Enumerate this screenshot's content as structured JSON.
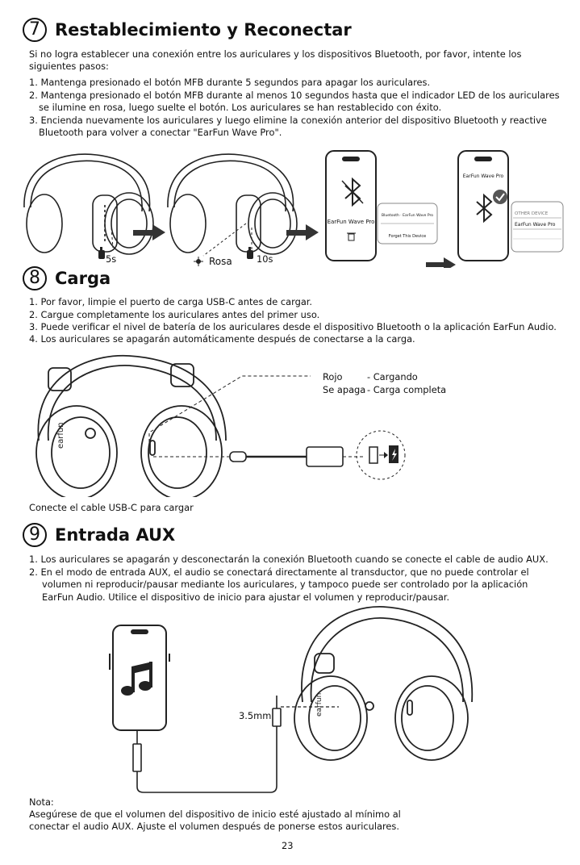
{
  "section7": {
    "number": "7",
    "title": "Restablecimiento y Reconectar",
    "intro_line1": "Si no logra establecer una conexión entre los auriculares y los dispositivos Bluetooth, por favor, intente los",
    "intro_line2": "siguientes pasos:",
    "step1": "1. Mantenga presionado el botón MFB durante 5 segundos para apagar los auriculares.",
    "step2_line1": "2. Mantenga presionado el botón MFB durante al menos 10 segundos hasta que el indicador LED de los auriculares",
    "step2_line2": "se ilumine en rosa, luego suelte el botón. Los auriculares se han restablecido con éxito.",
    "step3_line1": "3. Encienda nuevamente los auriculares y luego elimine la conexión anterior del dispositivo Bluetooth y reactive",
    "step3_line2": "Bluetooth para volver a conectar \"EarFun Wave Pro\".",
    "label_5s": "5s",
    "label_rosa": "Rosa",
    "label_10s": "10s",
    "phone_device_name": "EarFun Wave Pro",
    "popup_header": "Bluetooth · EarFun Wave Pro",
    "popup_forget": "Forget This Device",
    "phone2_device_name": "EarFun Wave Pro",
    "other_device_header": "OTHER DEVICE",
    "other_device_item": "EarFun Wave Pro"
  },
  "section8": {
    "number": "8",
    "title": "Carga",
    "step1": "1. Por favor, limpie el puerto de carga USB-C antes de cargar.",
    "step2": "2. Cargue completamente los auriculares antes del primer uso.",
    "step3": "3. Puede verificar el nivel de batería de los auriculares desde el dispositivo Bluetooth o la aplicación EarFun Audio.",
    "step4": "4. Los auriculares se apagarán automáticamente después de conectarse a la carga.",
    "led_red": "Rojo",
    "led_red_desc": "- Cargando",
    "led_off": "Se apaga",
    "led_off_desc": "- Carga completa",
    "brand_text": "earfun",
    "caption": "Conecte el cable USB-C para cargar"
  },
  "section9": {
    "number": "9",
    "title": "Entrada AUX",
    "step1": "1. Los auriculares se apagarán y desconectarán la conexión Bluetooth cuando se conecte el cable de audio AUX.",
    "step2_line1": "2. En el modo de entrada AUX, el audio se conectará directamente al transductor, que no puede controlar el",
    "step2_line2": "volumen ni reproducir/pausar mediante los auriculares, y tampoco puede ser controlado por la aplicación",
    "step2_line3": "EarFun Audio. Utilice el dispositivo de inicio para ajustar el volumen y reproducir/pausar.",
    "jack_label": "3.5mm",
    "brand_text": "earfun",
    "note_title": "Nota:",
    "note_line1": "Asegúrese de que el volumen del dispositivo de inicio esté ajustado al mínimo al",
    "note_line2": "conectar el audio AUX. Ajuste el volumen después de ponerse estos auriculares."
  },
  "footer": {
    "page_number": "23"
  }
}
